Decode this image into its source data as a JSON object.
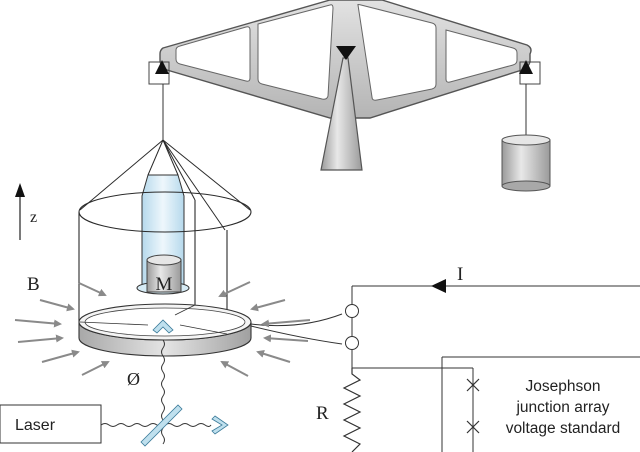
{
  "title": "Kibble (watt) balance schematic",
  "labels": {
    "z_axis": "z",
    "magnetic_field": "B",
    "mass": "M",
    "phase": "Ø",
    "current": "I",
    "resistor": "R",
    "laser": "Laser",
    "josephson_line1": "Josephson",
    "josephson_line2": "junction array",
    "josephson_line3": "voltage standard"
  },
  "colors": {
    "line": "#2a2a2a",
    "beam_fill": "#c8c8c8",
    "beam_stroke": "#555555",
    "arrow_gray": "#8a8a8a",
    "glass_blue": "#cfe6f2",
    "mirror_blue": "#bfe0ee"
  }
}
